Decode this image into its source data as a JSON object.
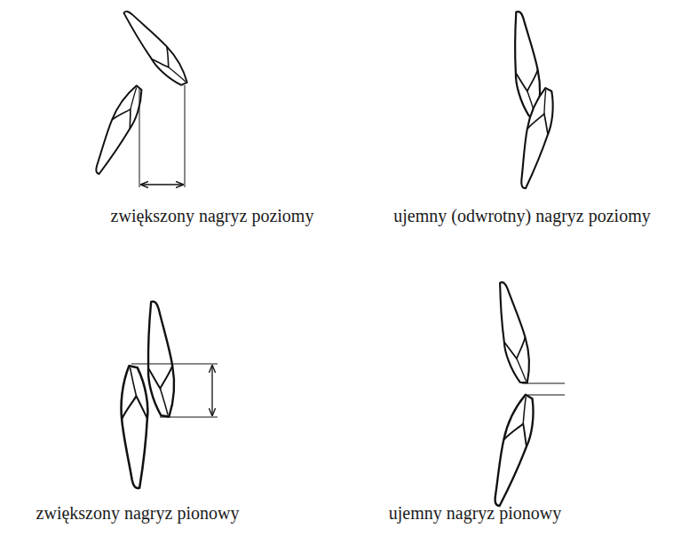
{
  "diagram": {
    "labels": [
      "zwiększony nagryz poziomy",
      "ujemny (odwrotny) nagryz poziomy",
      "zwiększony nagryz pionowy",
      "ujemny nagryz pionowy"
    ]
  }
}
